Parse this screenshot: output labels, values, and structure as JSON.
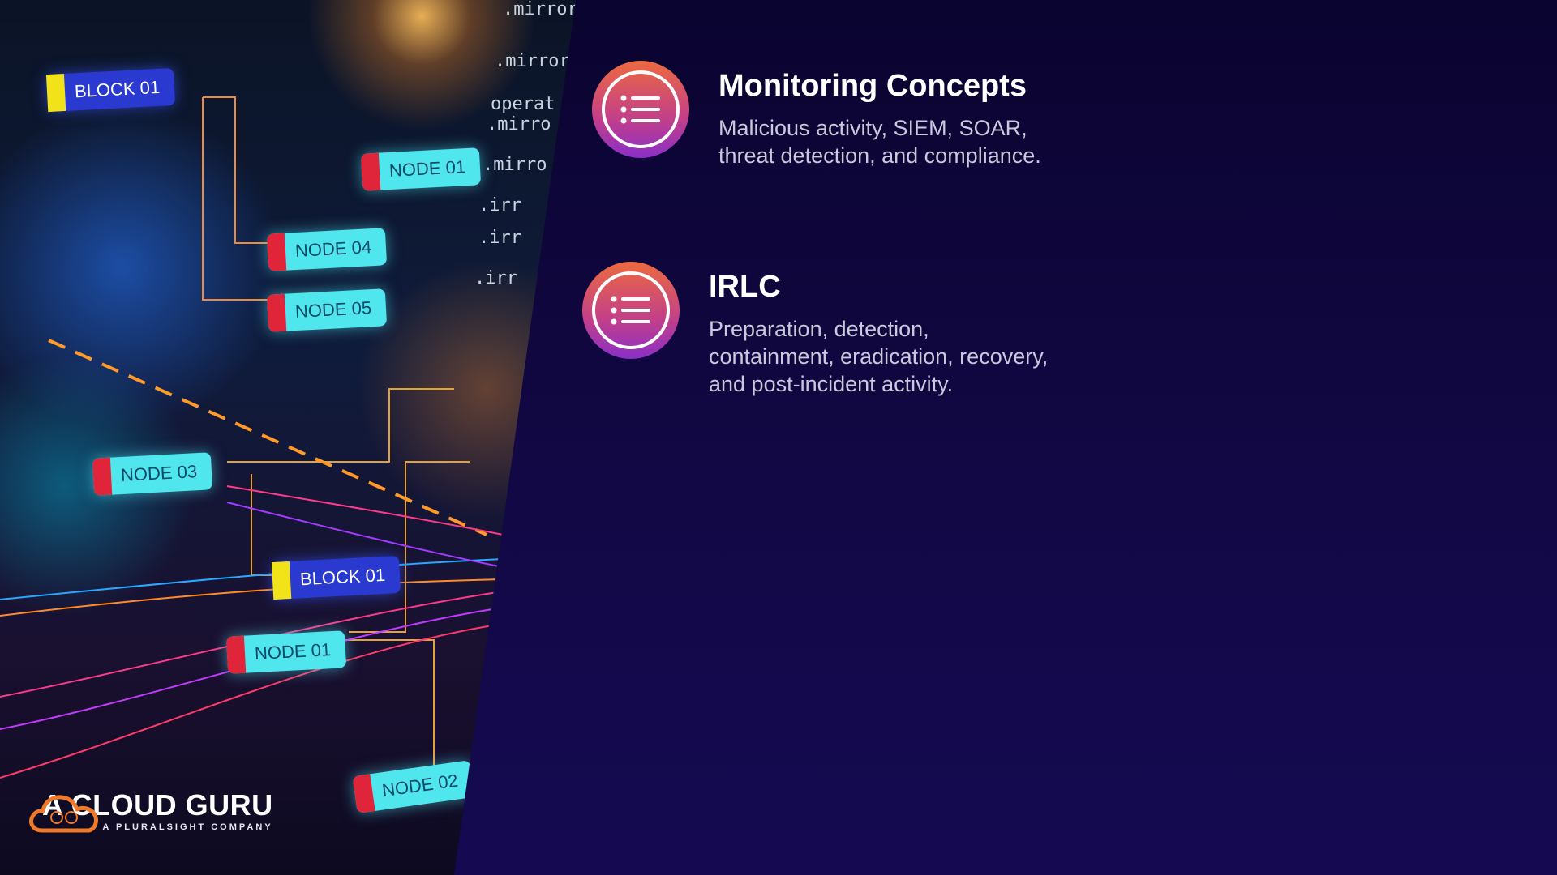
{
  "hero": {
    "nodes": [
      {
        "label": "BLOCK 01",
        "type": "block"
      },
      {
        "label": "NODE 01",
        "type": "node"
      },
      {
        "label": "NODE 04",
        "type": "node"
      },
      {
        "label": "NODE 05",
        "type": "node"
      },
      {
        "label": "NODE 03",
        "type": "node"
      },
      {
        "label": "BLOCK 01",
        "type": "block"
      },
      {
        "label": "NODE 01",
        "type": "node"
      },
      {
        "label": "NODE 02",
        "type": "node"
      }
    ]
  },
  "logo": {
    "name": "A CLOUD GURU",
    "tagline": "A PLURALSIGHT COMPANY"
  },
  "items": [
    {
      "title": "Monitoring Concepts",
      "description": "Malicious activity, SIEM, SOAR, threat detection, and compliance.",
      "icon": "list-icon"
    },
    {
      "title": "IRLC",
      "description": "Preparation, detection, containment, eradication, recovery, and post-incident activity.",
      "icon": "list-icon"
    }
  ],
  "colors": {
    "background": "#120845",
    "icon_gradient_top": "#ec6a3f",
    "icon_gradient_bottom": "#8a2fc7",
    "title": "#ffffff",
    "description": "#c9c8dc"
  }
}
